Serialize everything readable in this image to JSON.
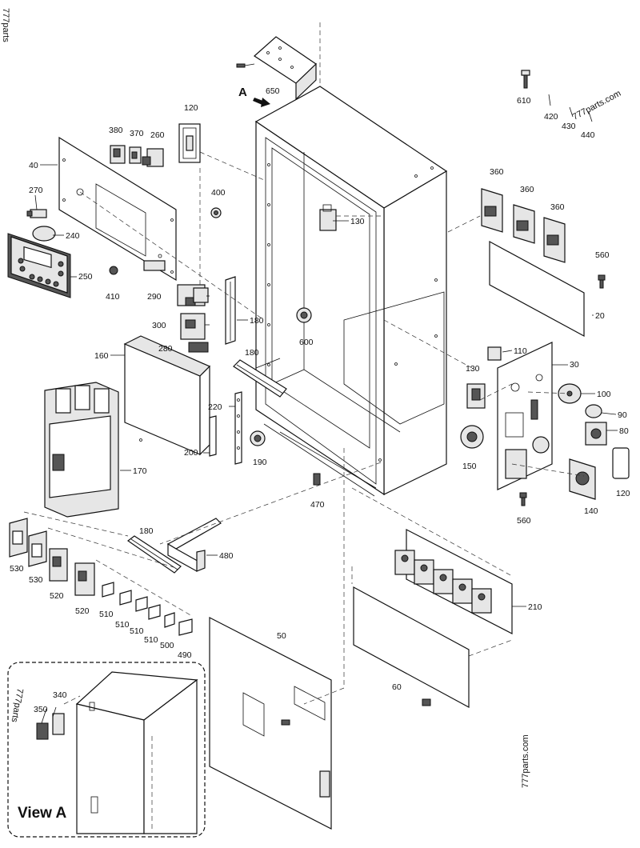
{
  "diagram": {
    "view_label": "View A",
    "arrow_label": "A",
    "watermarks": [
      "777parts.com",
      "777parts.com",
      "777parts",
      "777parts"
    ],
    "parts": {
      "p650": "650",
      "p610": "610",
      "p420": "420",
      "p430": "430",
      "p440": "440",
      "p120a": "120",
      "p380": "380",
      "p370": "370",
      "p260": "260",
      "p40": "40",
      "p270": "270",
      "p400": "400",
      "p240": "240",
      "p250": "250",
      "p410": "410",
      "p130a": "130",
      "p360a": "360",
      "p360b": "360",
      "p360c": "360",
      "p560a": "560",
      "p290": "290",
      "p180a": "180",
      "p300": "300",
      "p20": "20",
      "p280": "280",
      "p600": "600",
      "p160": "160",
      "p180b": "180",
      "p110": "110",
      "p30": "30",
      "p130b": "130",
      "p100": "100",
      "p220": "220",
      "p90": "90",
      "p80": "80",
      "p200": "200",
      "p190": "190",
      "p150": "150",
      "p170": "170",
      "p120b": "120",
      "p470": "470",
      "p560b": "560",
      "p140": "140",
      "p180c": "180",
      "p480": "480",
      "p530a": "530",
      "p530b": "530",
      "p520a": "520",
      "p520b": "520",
      "p510a": "510",
      "p510b": "510",
      "p510c": "510",
      "p510d": "510",
      "p500": "500",
      "p490": "490",
      "p210": "210",
      "p50": "50",
      "p60": "60",
      "p340": "340",
      "p350": "350"
    }
  }
}
